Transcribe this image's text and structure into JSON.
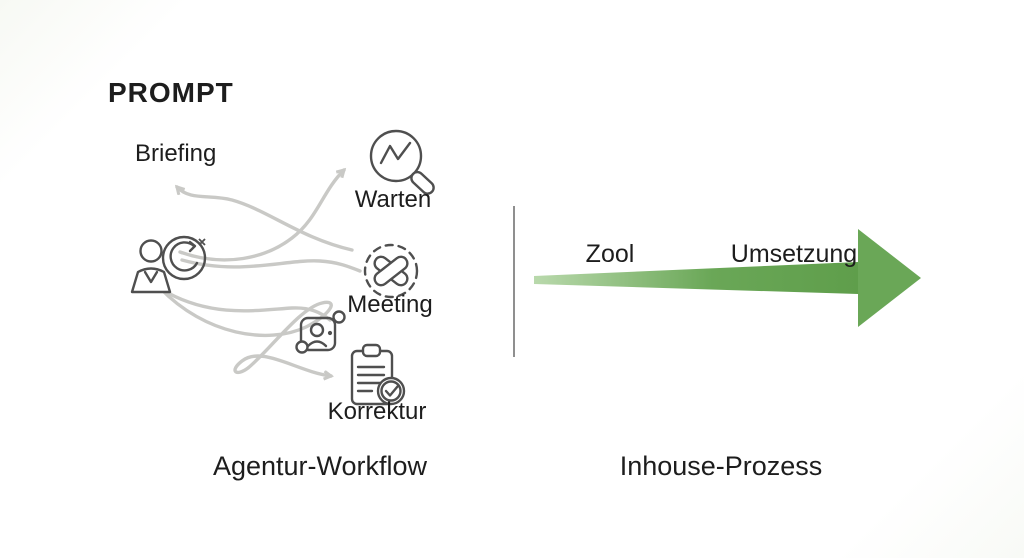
{
  "title": "PROMPT",
  "left_panel": {
    "caption": "Agentur-Workflow",
    "center_icon": "person-refresh-icon",
    "aux_icon": "photo-group-icon",
    "steps": [
      {
        "label": "Briefing"
      },
      {
        "label": "Warten",
        "icon": "magnifier-chart-icon"
      },
      {
        "label": "Meeting",
        "icon": "crossed-pencils-icon"
      },
      {
        "label": "Korrektur",
        "icon": "clipboard-check-icon"
      }
    ]
  },
  "right_panel": {
    "caption": "Inhouse-Prozess",
    "arrow_icon": "green-right-arrow",
    "steps": [
      {
        "label": "Zool"
      },
      {
        "label": "Umsetzung"
      }
    ]
  },
  "colors": {
    "background": "#fcfdfb",
    "text": "#1d1d1d",
    "flow_line_gray": "#c9c9c6",
    "icon_stroke_gray": "#4f4f4f",
    "divider_gray": "#8f8f8f",
    "arrow_green_light": "#b9d9ac",
    "arrow_green": "#6aa757",
    "arrow_green_dark": "#5f9e4b"
  }
}
